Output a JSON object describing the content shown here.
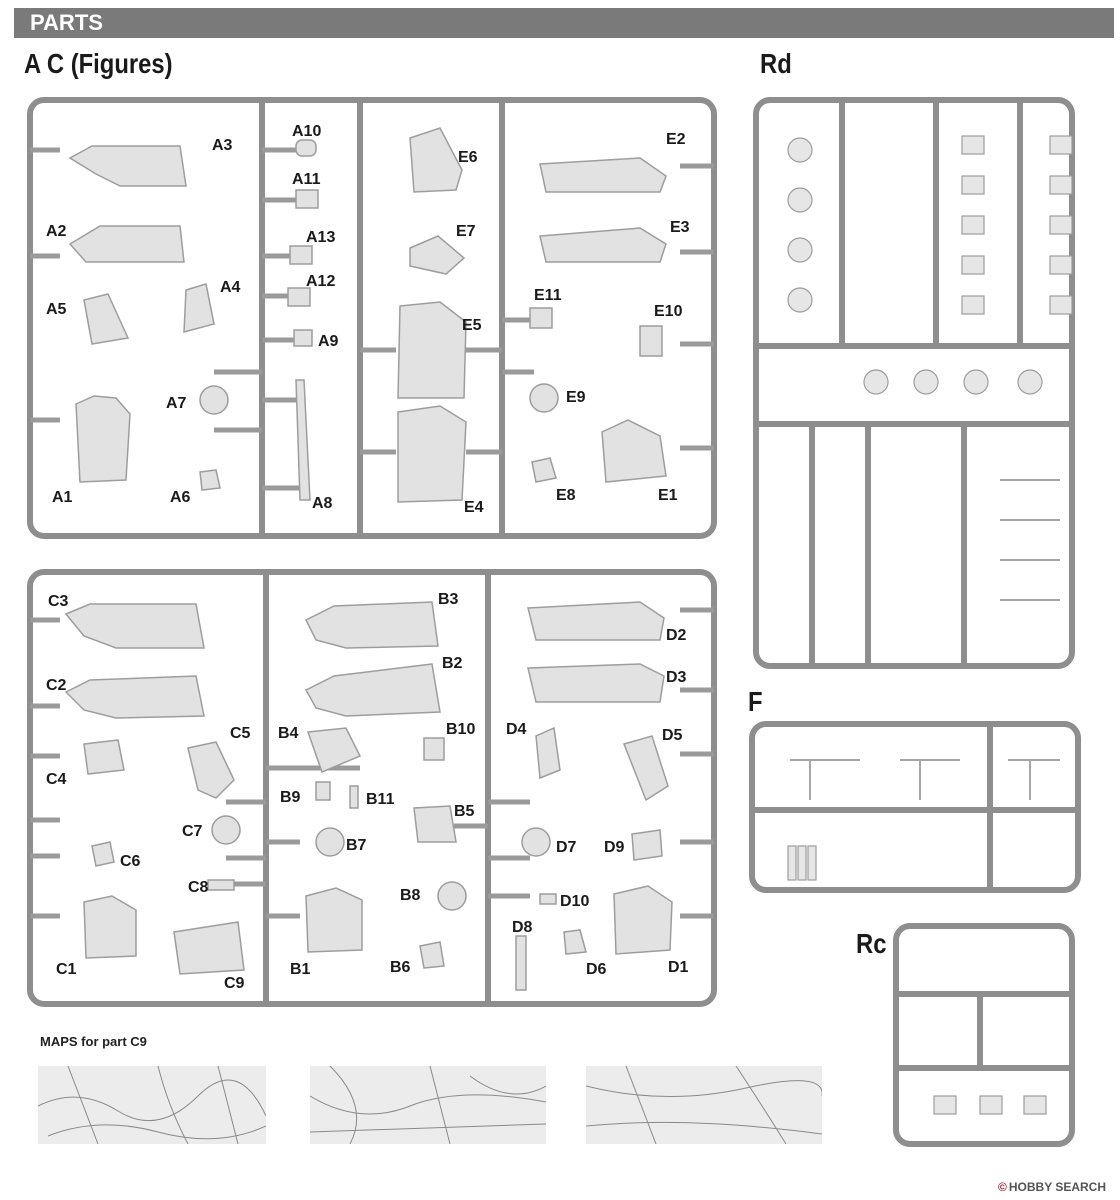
{
  "header": "PARTS",
  "titles": {
    "ac": "A C (Figures)",
    "rd": "Rd",
    "f": "F",
    "rc": "Rc"
  },
  "labels": {
    "a": [
      "A1",
      "A2",
      "A3",
      "A4",
      "A5",
      "A6",
      "A7",
      "A8",
      "A9",
      "A10",
      "A11",
      "A12",
      "A13"
    ],
    "e": [
      "E1",
      "E2",
      "E3",
      "E4",
      "E5",
      "E6",
      "E7",
      "E8",
      "E9",
      "E10",
      "E11"
    ],
    "c": [
      "C1",
      "C2",
      "C3",
      "C4",
      "C5",
      "C6",
      "C7",
      "C8",
      "C9"
    ],
    "b": [
      "B1",
      "B2",
      "B3",
      "B4",
      "B5",
      "B6",
      "B7",
      "B8",
      "B9",
      "B10",
      "B11"
    ],
    "d": [
      "D1",
      "D2",
      "D3",
      "D4",
      "D5",
      "D6",
      "D7",
      "D8",
      "D9",
      "D10"
    ]
  },
  "maps_title": "MAPS for part C9",
  "footer": {
    "symbol": "©",
    "brand": "HOBBY SEARCH"
  }
}
